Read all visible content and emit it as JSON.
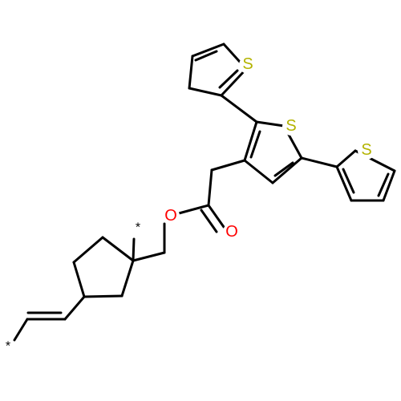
{
  "molecule": {
    "atom_colors": {
      "S": "#b3b300",
      "O": "#ff0000",
      "star": "#000000",
      "bond": "#000000"
    },
    "labels": {
      "s_top": "S",
      "s_middle": "S",
      "s_right": "S",
      "o_ester": "O",
      "o_carbonyl": "O",
      "star_upper": "*",
      "star_lower": "*"
    }
  }
}
